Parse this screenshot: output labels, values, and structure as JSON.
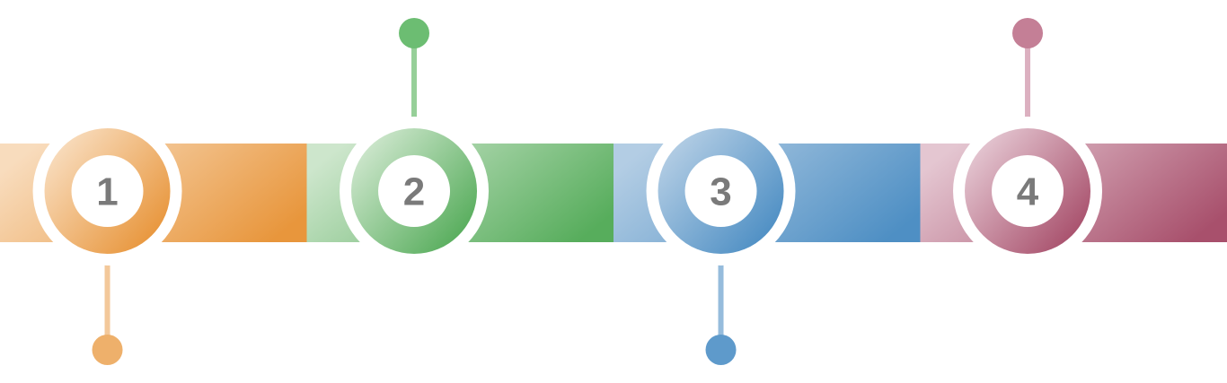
{
  "steps": [
    {
      "number": "1",
      "colors": {
        "light": "#f8dcbd",
        "dark": "#e8963c",
        "pin": "#eeb06b",
        "stem": "#f3c89a"
      },
      "pin_direction": "down"
    },
    {
      "number": "2",
      "colors": {
        "light": "#cde6cc",
        "dark": "#57ad5c",
        "pin": "#6cbd72",
        "stem": "#96cf98"
      },
      "pin_direction": "up"
    },
    {
      "number": "3",
      "colors": {
        "light": "#b3cde4",
        "dark": "#4e8fc4",
        "pin": "#5e9acb",
        "stem": "#96bcdc"
      },
      "pin_direction": "down"
    },
    {
      "number": "4",
      "colors": {
        "light": "#e4c6d1",
        "dark": "#a8506c",
        "pin": "#c47f96",
        "stem": "#dcb0c0"
      },
      "pin_direction": "up"
    }
  ]
}
